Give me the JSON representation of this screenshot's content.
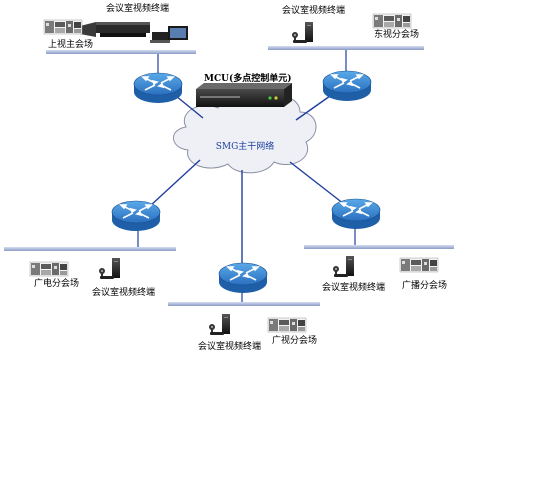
{
  "diagram": {
    "cloud_label": "SMG主干网络",
    "mcu_label": "MCU(多点控制单元)",
    "colors": {
      "router_top": "#3a8fd6",
      "router_side": "#1e5fa8",
      "link": "#1f3f9e",
      "lan_bar": "#a9b8d8",
      "cloud_fill": "#eef0f6",
      "cloud_stroke": "#8a8fa3"
    },
    "sites": {
      "main": {
        "terminal": "会议室视频终端",
        "venue": "上视主会场"
      },
      "east": {
        "terminal": "会议室视频终端",
        "venue": "东视分会场"
      },
      "guangdian": {
        "terminal": "会议室视频终端",
        "venue": "广电分会场"
      },
      "guangshi": {
        "terminal": "会议室视频终端",
        "venue": "广视分会场"
      },
      "guangbo": {
        "terminal": "会议室视频终端",
        "venue": "广播分会场"
      }
    }
  }
}
